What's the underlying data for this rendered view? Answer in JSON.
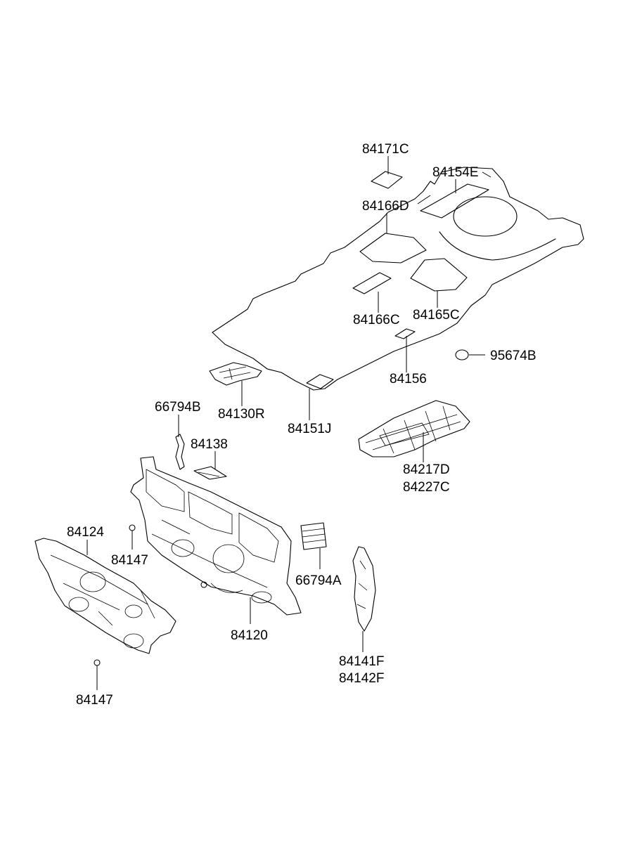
{
  "labels": {
    "p84171C": "84171C",
    "p84154E": "84154E",
    "p84166D": "84166D",
    "p84166C": "84166C",
    "p84165C": "84165C",
    "p95674B": "95674B",
    "p84156": "84156",
    "p84130R": "84130R",
    "p84151J": "84151J",
    "p66794B": "66794B",
    "p84138": "84138",
    "p84217D": "84217D",
    "p84227C": "84227C",
    "p84124": "84124",
    "p84147_upper": "84147",
    "p66794A": "66794A",
    "p84120": "84120",
    "p84141F": "84141F",
    "p84142F": "84142F",
    "p84147_lower": "84147"
  }
}
